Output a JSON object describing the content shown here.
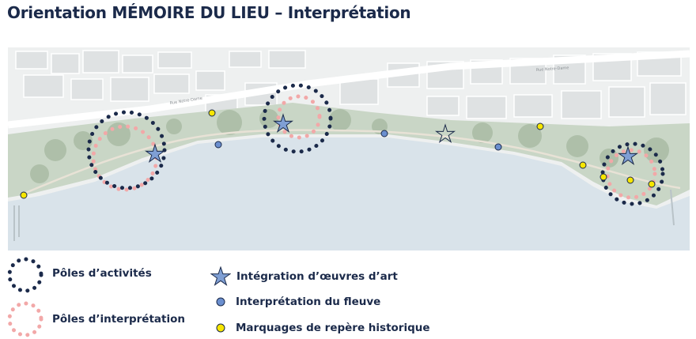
{
  "title": "Orientation MÉMOIRE DU LIEU – Interprétation",
  "map": {
    "street_labels": [
      "Rue Notre-Dame",
      "Rue Notre-Dame"
    ],
    "colors": {
      "water": "#d9e3ea",
      "land": "#eef0f0",
      "park": "#c9d6c6",
      "poles_activites": "#1b2a4a",
      "poles_interpretation": "#f2a8a8",
      "oeuvres_art": "#7f9fd4",
      "interpretation_fleuve": "#6b8fcf",
      "reperes_historiques": "#f7e600"
    }
  },
  "legend": {
    "poles_activites": "Pôles d’activités",
    "poles_interpretation": "Pôles d’interprétation",
    "oeuvres_art": "Intégration d’œuvres d’art",
    "interpretation_fleuve": "Interprétation du fleuve",
    "reperes_historiques": "Marquages de repère historique"
  }
}
